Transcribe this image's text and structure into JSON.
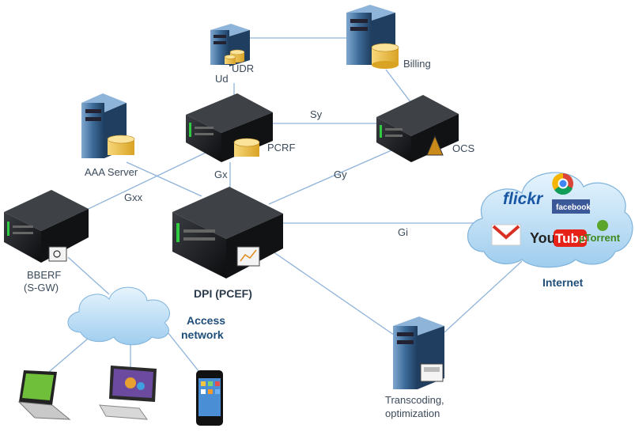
{
  "nodes": {
    "udr": "UDR",
    "billing": "Billing",
    "pcrf": "PCRF",
    "ocs": "OCS",
    "aaa": "AAA Server",
    "bberf_line1": "BBERF",
    "bberf_line2": "(S-GW)",
    "dpi": "DPI (PCEF)",
    "internet": "Internet",
    "access_line1": "Access",
    "access_line2": "network",
    "transcoding_line1": "Transcoding,",
    "transcoding_line2": "optimization"
  },
  "interfaces": {
    "ud": "Ud",
    "sy": "Sy",
    "gx": "Gx",
    "gy": "Gy",
    "gxx": "Gxx",
    "gi": "Gi"
  },
  "internet_logos": {
    "flickr": "flickr",
    "facebook": "facebook",
    "youtube_you": "You",
    "youtube_tube": "Tube",
    "utorrent": "µTorrent"
  },
  "colors": {
    "link": "#8fb3d9",
    "server_dark": "#1b1d20",
    "server_blue": "#3e6e9e",
    "cloud": "#bfe0f7",
    "db_gold": "#f1c24a"
  }
}
